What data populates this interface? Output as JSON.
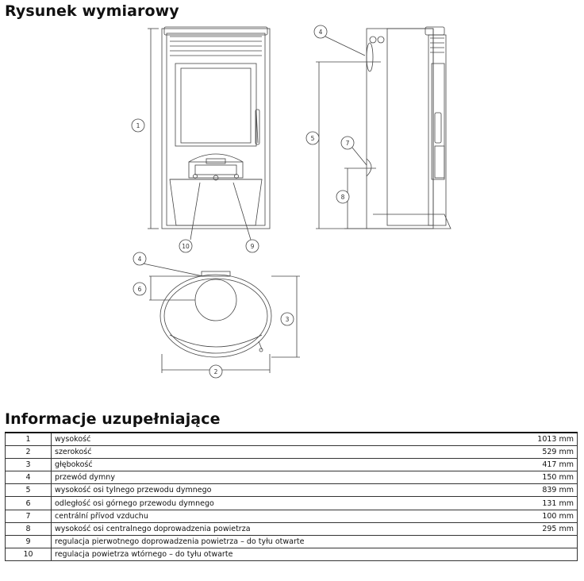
{
  "sections": {
    "drawing_title": "Rysunek wymiarowy",
    "info_title": "Informacje uzupełniające"
  },
  "drawing": {
    "callouts": [
      "1",
      "2",
      "3",
      "4",
      "5",
      "6",
      "7",
      "8",
      "9",
      "10"
    ]
  },
  "table": {
    "rows": [
      {
        "num": "1",
        "desc": "wysokość",
        "value": "1013 mm"
      },
      {
        "num": "2",
        "desc": "szerokość",
        "value": "529 mm"
      },
      {
        "num": "3",
        "desc": "głębokość",
        "value": "417 mm"
      },
      {
        "num": "4",
        "desc": "przewód dymny",
        "value": "150 mm"
      },
      {
        "num": "5",
        "desc": "wysokość osi tylnego przewodu dymnego",
        "value": "839 mm"
      },
      {
        "num": "6",
        "desc": "odległość osi górnego przewodu dymnego",
        "value": "131 mm"
      },
      {
        "num": "7",
        "desc": "centrální přívod vzduchu",
        "value": "100 mm"
      },
      {
        "num": "8",
        "desc": "wysokość osi centralnego doprowadzenia powietrza",
        "value": "295 mm"
      },
      {
        "num": "9",
        "desc": "regulacja pierwotnego doprowadzenia powietrza – do tyłu otwarte",
        "value": ""
      },
      {
        "num": "10",
        "desc": "regulacja powietrza wtórnego – do tyłu otwarte",
        "value": ""
      }
    ]
  }
}
